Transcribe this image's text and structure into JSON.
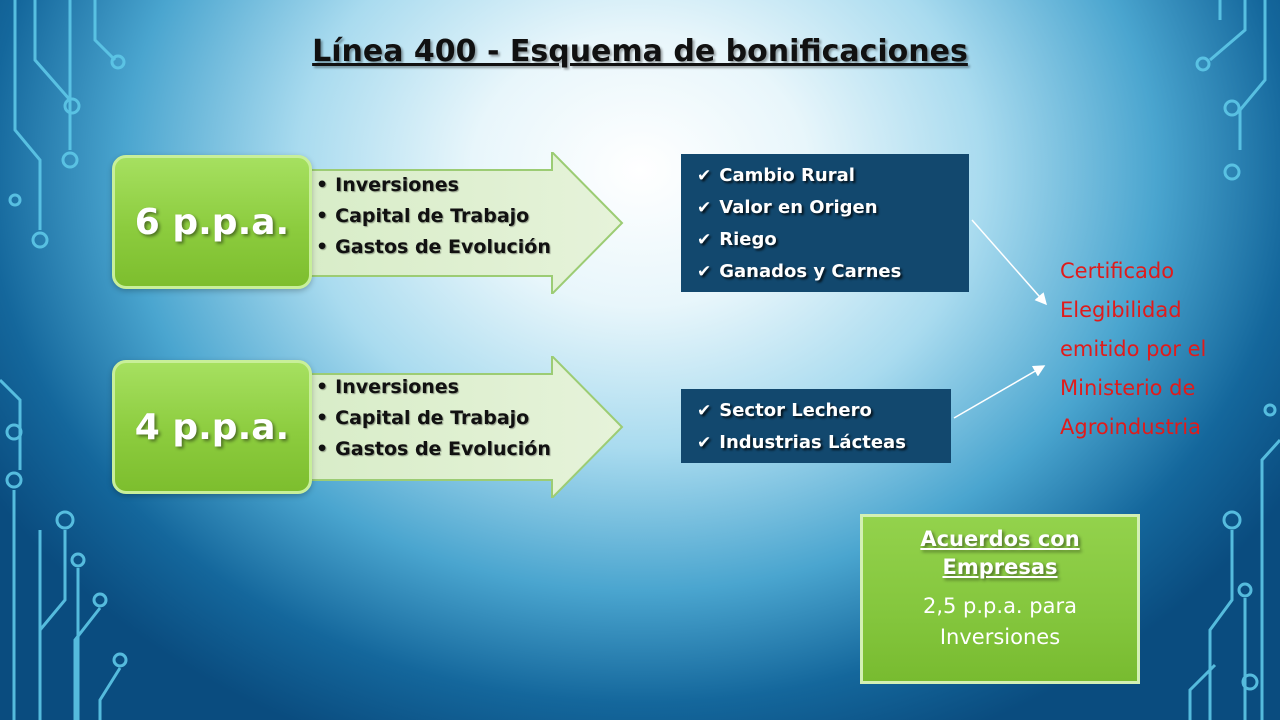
{
  "slide": {
    "title": "Línea 400 - Esquema de bonificaciones"
  },
  "tiers": [
    {
      "rate": "6 p.p.a.",
      "items": [
        "Inversiones",
        "Capital de Trabajo",
        "Gastos de Evolución"
      ]
    },
    {
      "rate": "4 p.p.a.",
      "items": [
        "Inversiones",
        "Capital de Trabajo",
        "Gastos de Evolución"
      ]
    }
  ],
  "programs": [
    {
      "items": [
        "Cambio Rural",
        "Valor en Origen",
        "Riego",
        "Ganados y Carnes"
      ]
    },
    {
      "items": [
        "Sector Lechero",
        "Industrias Lácteas"
      ]
    }
  ],
  "certificate": {
    "text": "Certificado Elegibilidad emitido por el Ministerio de Agroindustria"
  },
  "agreements": {
    "heading": "Acuerdos con Empresas",
    "body": "2,5 p.p.a. para Inversiones"
  },
  "colors": {
    "green": "#8ccc3e",
    "navy": "#12486e",
    "red_text": "#e01b1b"
  }
}
